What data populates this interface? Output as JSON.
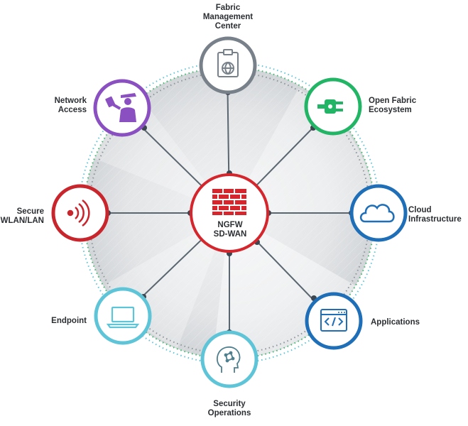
{
  "colors": {
    "ngfw": "#d4262c",
    "management": "#78818a",
    "open_fabric": "#22b566",
    "cloud": "#1f6fb8",
    "applications": "#1f6fb8",
    "security_ops": "#5ec4d8",
    "endpoint": "#5ec4d8",
    "wlan": "#c8262c",
    "network_access": "#8a4fc0",
    "spoke": "#5a6670",
    "ring_dots_gray": "#8c959c",
    "ring_dots_green": "#3fb86e",
    "ring_dots_blue": "#5ec4d8"
  },
  "center": {
    "line1": "NGFW",
    "line2": "SD-WAN",
    "icon": "firewall-brick-icon"
  },
  "nodes": {
    "fabric_management": {
      "lines": [
        "Fabric",
        "Management",
        "Center"
      ],
      "icon": "clipboard-globe-icon"
    },
    "open_fabric": {
      "lines": [
        "Open Fabric",
        "Ecosystem"
      ],
      "icon": "plug-icon"
    },
    "cloud": {
      "lines": [
        "Cloud",
        "Infrastructure"
      ],
      "icon": "cloud-icon"
    },
    "applications": {
      "lines": [
        "Applications"
      ],
      "icon": "code-window-icon"
    },
    "security_operations": {
      "lines": [
        "Security",
        "Operations"
      ],
      "icon": "brain-head-icon"
    },
    "endpoint": {
      "lines": [
        "Endpoint"
      ],
      "icon": "laptop-icon"
    },
    "wlan": {
      "lines": [
        "Secure",
        "WLAN/LAN"
      ],
      "icon": "wifi-signal-icon"
    },
    "network_access": {
      "lines": [
        "Network",
        "Access"
      ],
      "icon": "officer-badge-icon"
    }
  }
}
